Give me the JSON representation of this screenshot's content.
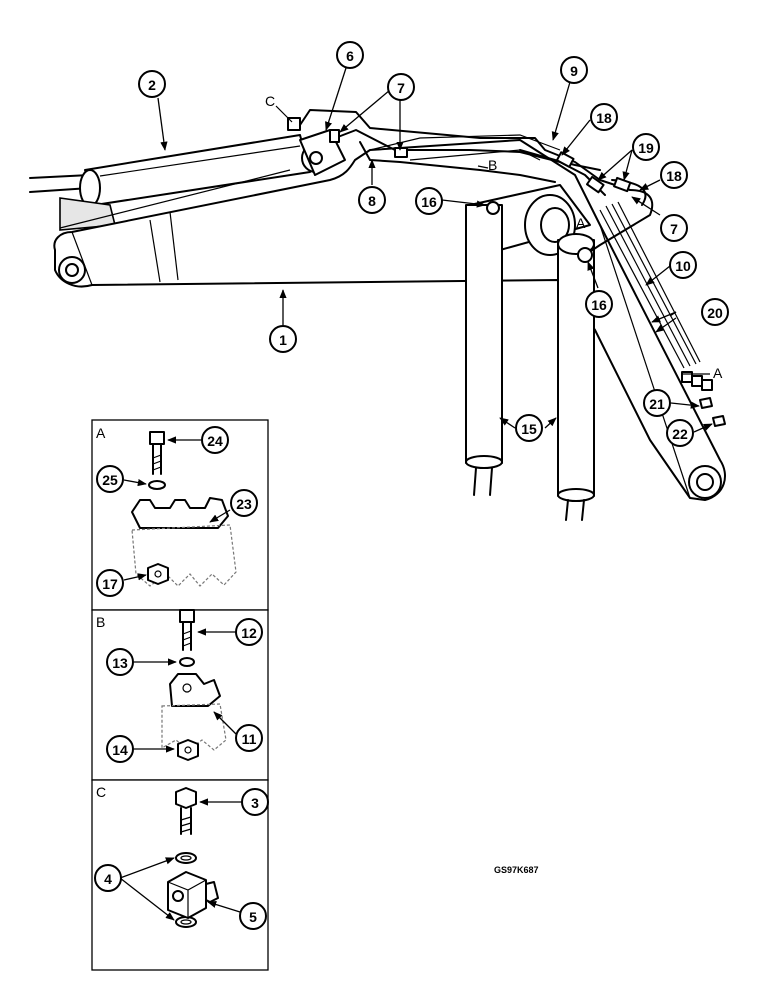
{
  "figure_code": "GS97K687",
  "view_letters": {
    "a": "A",
    "b": "B",
    "c": "C"
  },
  "inset_titles": {
    "a": "A",
    "b": "B",
    "c": "C"
  },
  "callouts": {
    "n1": "1",
    "n2": "2",
    "n3": "3",
    "n4": "4",
    "n5": "5",
    "n6": "6",
    "n7a": "7",
    "n7b": "7",
    "n8": "8",
    "n9": "9",
    "n10": "10",
    "n11": "11",
    "n12": "12",
    "n13": "13",
    "n14": "14",
    "n15": "15",
    "n16a": "16",
    "n16b": "16",
    "n17": "17",
    "n18a": "18",
    "n18b": "18",
    "n19": "19",
    "n20": "20",
    "n21": "21",
    "n22": "22",
    "n23": "23",
    "n24": "24",
    "n25": "25"
  }
}
